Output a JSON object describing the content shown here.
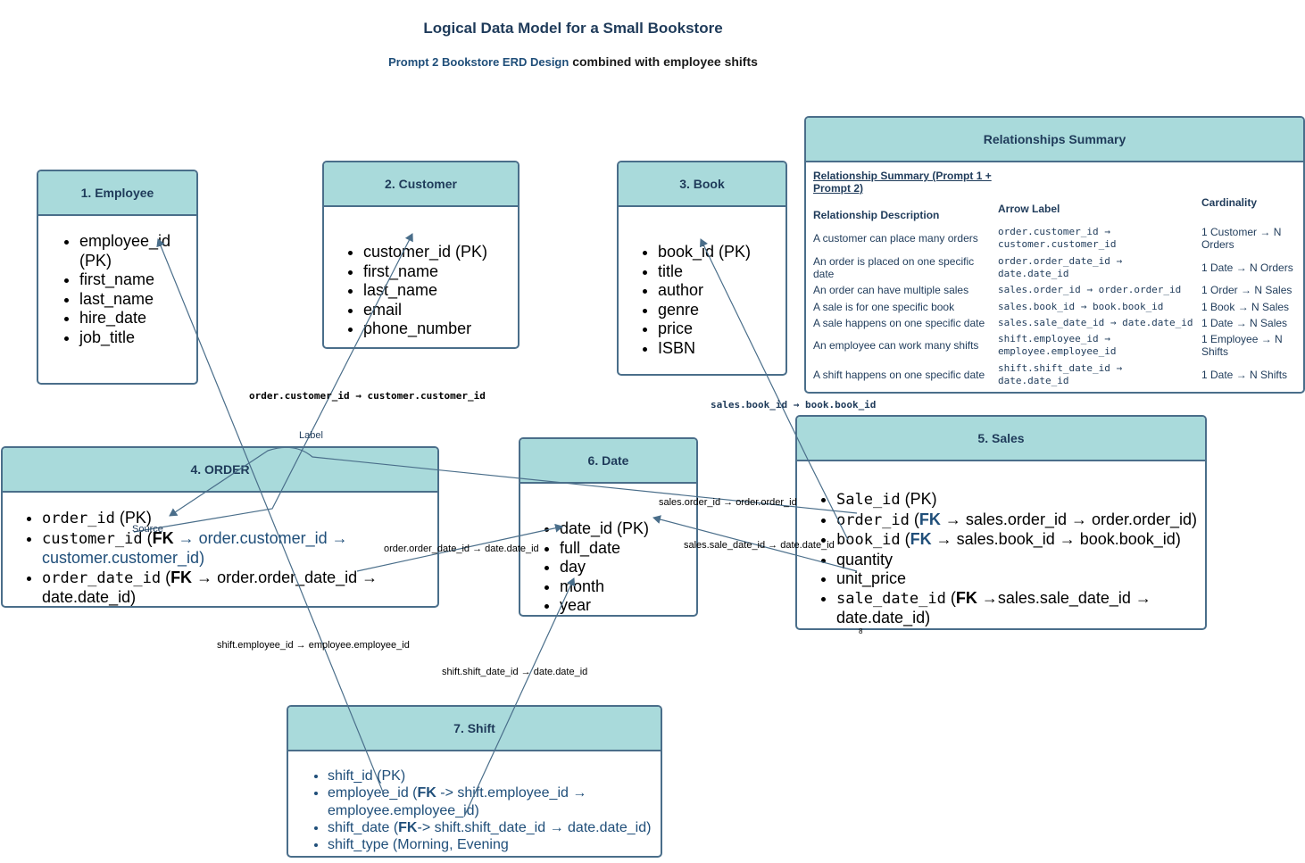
{
  "title": "Logical Data Model for a Small Bookstore",
  "subtitle": {
    "prefix": "Prompt 2  Bookstore ERD Design",
    "suffix": " combined with employee shifts"
  },
  "entities": {
    "employee": {
      "title": "1. Employee",
      "attributes": [
        "employee_id (PK)",
        "first_name",
        "last_name",
        "hire_date",
        "job_title"
      ]
    },
    "customer": {
      "title": "2. Customer",
      "attributes": [
        "customer_id (PK)",
        "first_name",
        "last_name",
        "email",
        "phone_number"
      ]
    },
    "book": {
      "title": "3. Book",
      "attributes": [
        "book_id (PK)",
        "title",
        "author",
        "genre",
        "price",
        "ISBN"
      ]
    },
    "order": {
      "title": "4. ORDER",
      "attributes": [
        {
          "code": "order_id",
          "rest": " (PK)"
        },
        {
          "code": "customer_id",
          "pre": " (",
          "fk": "FK",
          "rest": " → order.customer_id → customer.customer_id)"
        },
        {
          "code": "order_date_id",
          "pre": " (",
          "fk": "FK",
          "rest": " → order.order_date_id → date.date_id)"
        }
      ]
    },
    "sales": {
      "title": "5. Sales",
      "attributes": [
        {
          "code": "Sale_id",
          "rest": " (PK)"
        },
        {
          "code": "order_id",
          "pre": " (",
          "fk": "FK",
          "rest": " → sales.order_id → order.order_id)"
        },
        {
          "code": "book_id",
          "pre": " (",
          "fk": "FK",
          "rest": " → sales.book_id → book.book_id)"
        },
        {
          "code": "",
          "rest": "quantity"
        },
        {
          "code": "",
          "rest": "unit_price"
        },
        {
          "code": "sale_date_id",
          "pre": " (",
          "fk": "FK",
          "rest": " →sales.sale_date_id → date.date_id)"
        }
      ]
    },
    "date": {
      "title": "6. Date",
      "attributes": [
        "date_id (PK)",
        "full_date",
        "day",
        "month",
        "year"
      ]
    },
    "shift": {
      "title": "7. Shift",
      "attributes": [
        {
          "text": "shift_id (PK)"
        },
        {
          "pre": "employee_id (",
          "fk": "FK",
          "rest": " -> shift.employee_id → employee.employee_id)"
        },
        {
          "pre": "shift_date (",
          "fk": "FK",
          "rest": "-> shift.shift_date_id → date.date_id)"
        },
        {
          "text": "shift_type (Morning, Evening"
        }
      ]
    }
  },
  "relationships_panel": {
    "title": "Relationships Summary",
    "heading": "Relationship Summary (Prompt 1 + Prompt 2)",
    "columns": [
      "Relationship Description",
      "Arrow Label",
      "Cardinality"
    ],
    "rows": [
      {
        "desc": "A customer can place many orders",
        "label": "order.customer_id → customer.customer_id",
        "card": "1 Customer → N Orders"
      },
      {
        "desc": "An order is placed on one specific date",
        "label": "order.order_date_id → date.date_id",
        "card": "1 Date → N Orders"
      },
      {
        "desc": "An order can have multiple sales",
        "label": "sales.order_id → order.order_id",
        "card": "1 Order → N Sales"
      },
      {
        "desc": "A sale is for one specific book",
        "label": "sales.book_id → book.book_id",
        "card": "1 Book → N Sales"
      },
      {
        "desc": "A sale happens on one specific date",
        "label": "sales.sale_date_id → date.date_id",
        "card": "1 Date → N Sales"
      },
      {
        "desc": "An employee can work many shifts",
        "label": "shift.employee_id → employee.employee_id",
        "card": "1 Employee → N Shifts"
      },
      {
        "desc": "A shift happens on one specific date",
        "label": "shift.shift_date_id → date.date_id",
        "card": "1 Date → N Shifts"
      }
    ]
  },
  "edge_labels": {
    "order_customer": "order.customer_id → customer.customer_id",
    "sales_book": "sales.book_id → book.book_id",
    "label": "Label",
    "source": "Source",
    "order_date": "order.order_date_id → date.date_id",
    "sales_order": "sales.order_id → order.order_id",
    "sales_date": "sales.sale_date_id → date.date_id",
    "shift_employee": "shift.employee_id → employee.employee_id",
    "shift_date": "shift.shift_date_id → date.date_id",
    "stray_mark": "8"
  }
}
